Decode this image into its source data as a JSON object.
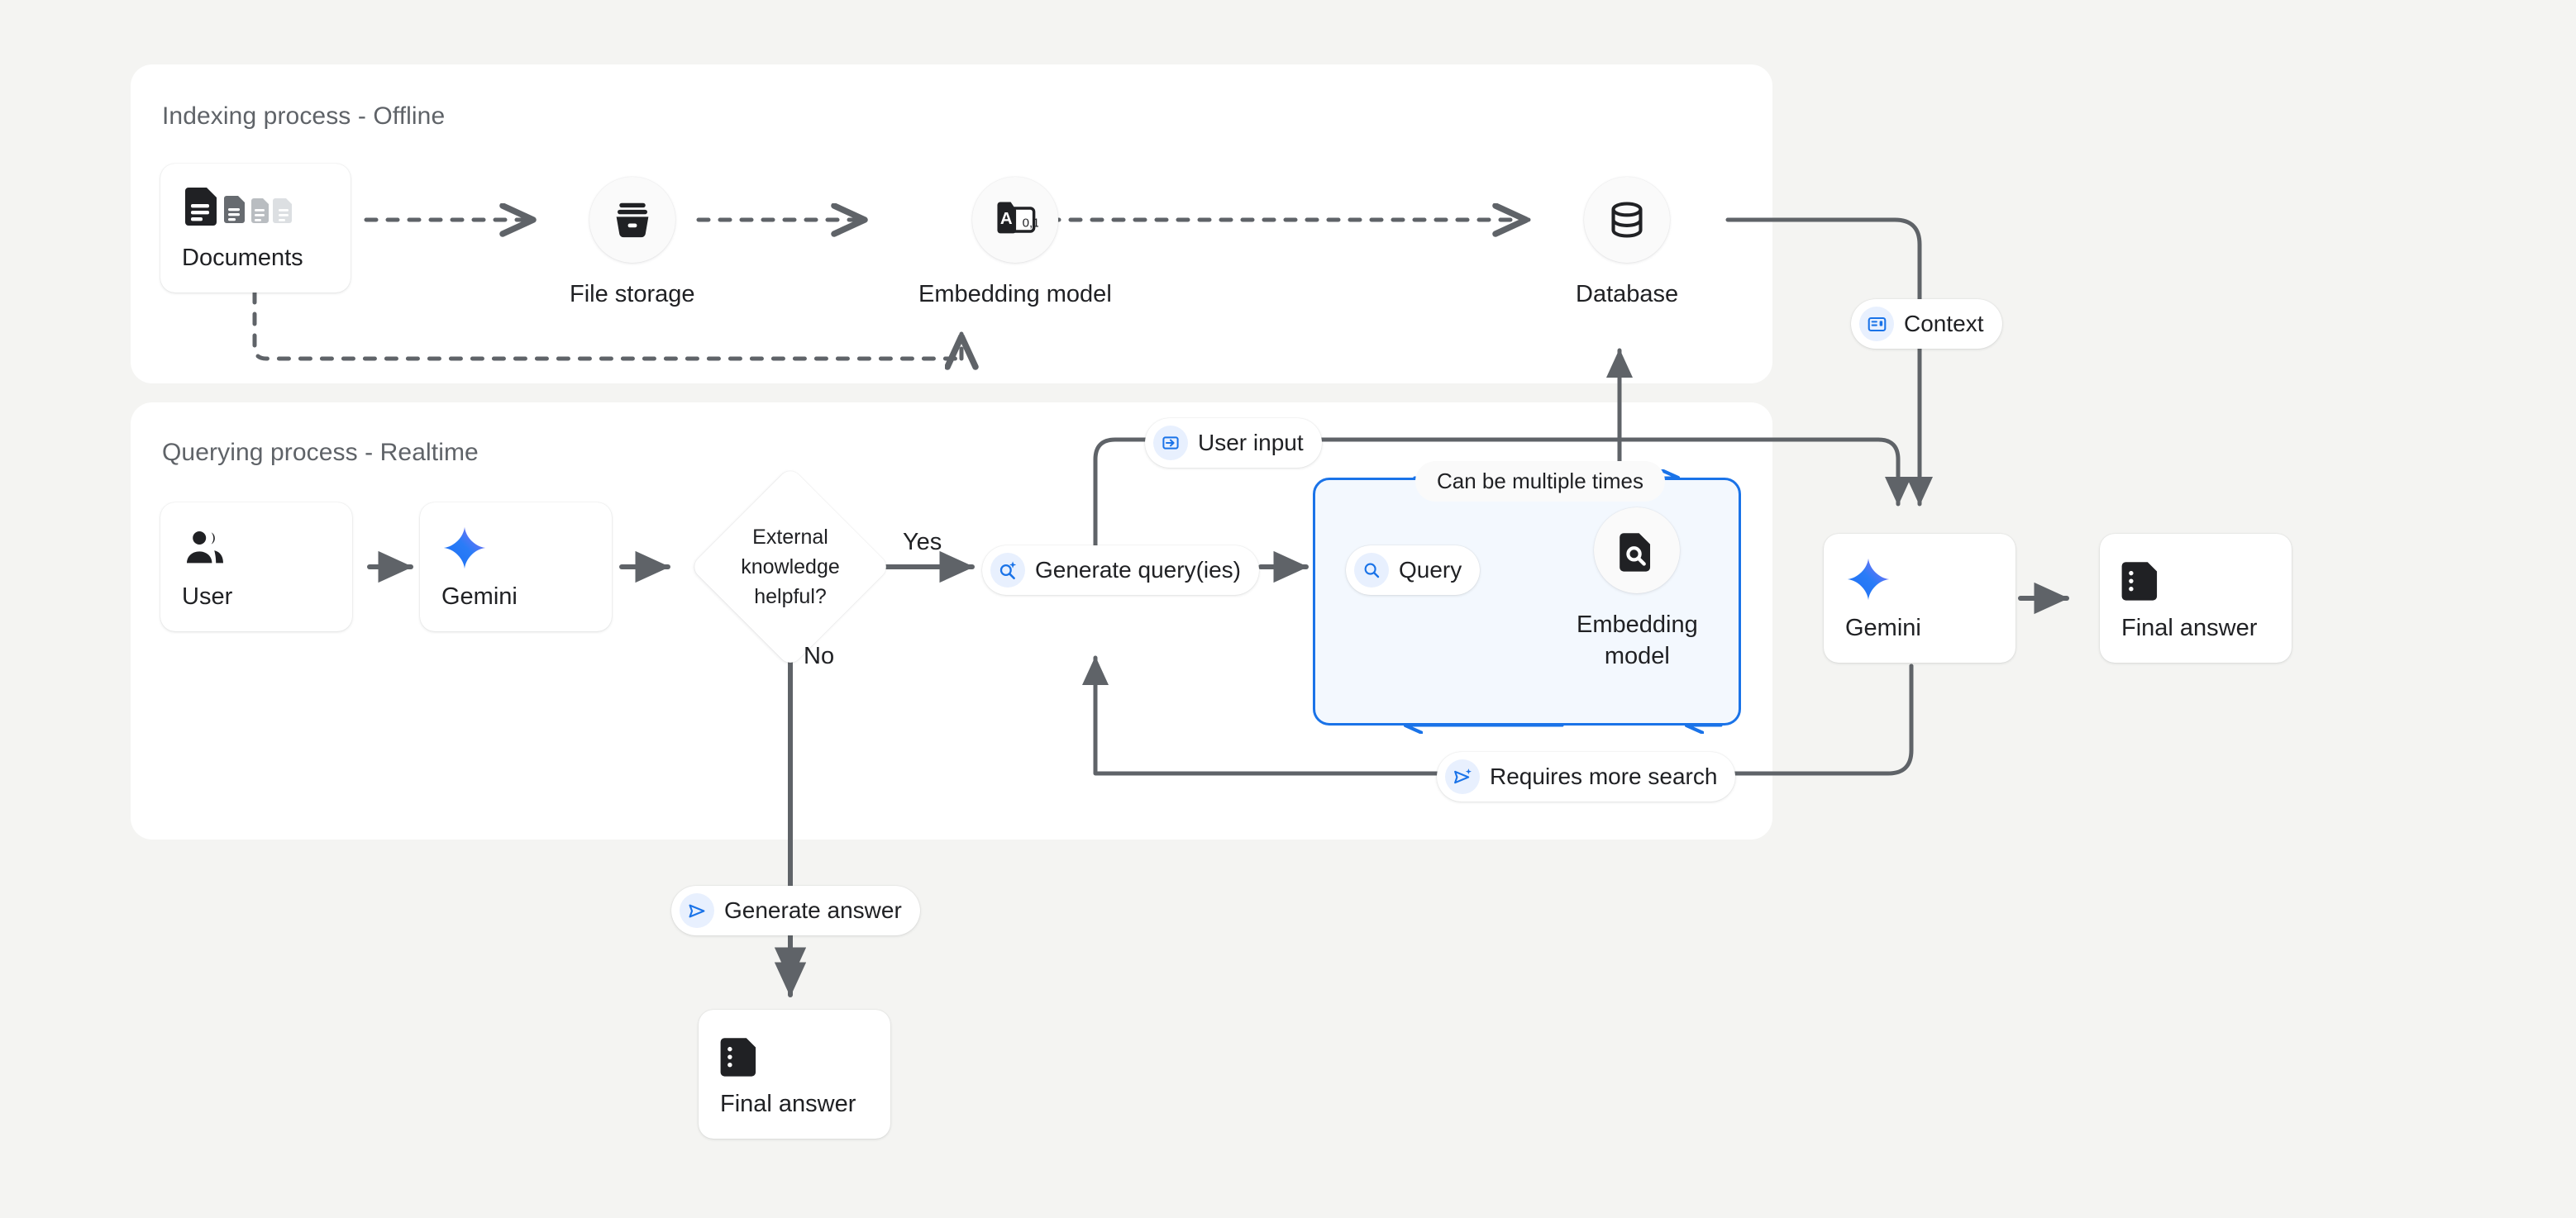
{
  "theme": {
    "bg": "#f4f4f2",
    "panel_bg": "#ffffff",
    "accent_blue": "#1a73e8",
    "chip_icon_bg": "#e8f0fe",
    "line": "#5f6368",
    "text": "#202124",
    "title_text": "#5f6368"
  },
  "panels": [
    {
      "title": "Indexing process - Offline"
    },
    {
      "title": "Querying process - Realtime"
    }
  ],
  "indexing": {
    "documents": {
      "label": "Documents",
      "icon": "documents-icon"
    },
    "file_storage": {
      "label": "File storage",
      "icon": "file-storage-icon"
    },
    "embedding_model": {
      "label": "Embedding model",
      "icon": "embedding-model-icon"
    },
    "database": {
      "label": "Database",
      "icon": "database-icon"
    }
  },
  "querying": {
    "user": {
      "label": "User",
      "icon": "user-group-icon"
    },
    "gemini": {
      "label": "Gemini",
      "icon": "gemini-sparkle-icon"
    },
    "decision": {
      "label": "External knowledge helpful?",
      "line1": "External",
      "line2": "knowledge",
      "line3": "helpful?"
    },
    "yes_label": "Yes",
    "no_label": "No",
    "generate_queries": {
      "label": "Generate query(ies)",
      "icon": "search-sparkle-icon"
    },
    "query": {
      "label": "Query",
      "icon": "search-icon"
    },
    "inner_embedding_model": {
      "line1": "Embedding",
      "line2": "model",
      "icon": "document-search-icon"
    },
    "loop_label": "Can be multiple times",
    "requires_more_search": {
      "label": "Requires more search",
      "icon": "send-sparkle-icon"
    },
    "user_input": {
      "label": "User input",
      "icon": "input-arrow-icon"
    },
    "context": {
      "label": "Context",
      "icon": "context-panel-icon"
    },
    "final_gemini": {
      "label": "Gemini",
      "icon": "gemini-sparkle-icon"
    },
    "final_answer_right": {
      "label": "Final answer",
      "icon": "answer-doc-icon"
    },
    "generate_answer": {
      "label": "Generate answer",
      "icon": "send-icon"
    },
    "final_answer_bottom": {
      "label": "Final answer",
      "icon": "answer-doc-icon"
    }
  }
}
